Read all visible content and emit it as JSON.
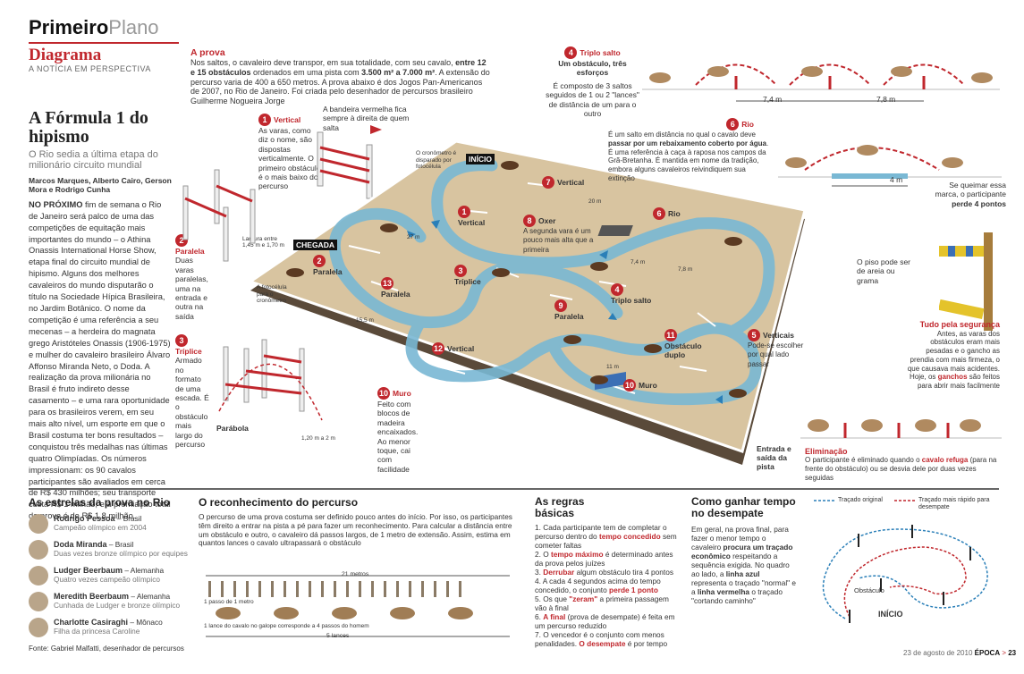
{
  "header": {
    "brand_bold": "Primeiro",
    "brand_light": "Plano",
    "section": "Diagrama",
    "tagline": "A NOTÍCIA EM PERSPECTIVA"
  },
  "a_prova": {
    "title": "A prova",
    "text1": "Nos saltos, o cavaleiro deve transpor, em sua totalidade, com seu cavalo, ",
    "b1": "entre 12 e 15 obstáculos",
    "text2": " ordenados em uma pista com ",
    "b2": "3.500 m² a 7.000 m²",
    "text3": ". A extensão do percurso varia de 400 a 650 metros. A prova abaixo é dos Jogos Pan-Americanos de 2007, no Rio de Janeiro. Foi criada pelo desenhador de percursos brasileiro Guilherme Nogueira Jorge"
  },
  "article": {
    "title": "A Fórmula 1 do hipismo",
    "subtitle": "O Rio sedia a última etapa do milionário circuito mundial",
    "authors": "Marcos Marques, Alberto Cairo, Gerson Mora e Rodrigo Cunha",
    "lead": "NO PRÓXIMO",
    "body": " fim de semana o Rio de Janeiro será palco de uma das competições de equitação mais importantes do mundo – o Athina Onassis International Horse Show, etapa final do circuito mundial de hipismo. Alguns dos melhores cavaleiros do mundo disputarão o título na Sociedade Hípica Brasileira, no Jardim Botânico. O nome da competição é uma referência a seu mecenas – a herdeira do magnata grego Aristóteles Onassis (1906-1975) e mulher do cavaleiro brasileiro Álvaro Affonso Miranda Neto, o Doda. A realização da prova milionária no Brasil é fruto indireto desse casamento – e uma rara oportunidade para os brasileiros verem, em seu mais alto nível, um esporte em que o Brasil costuma ter bons resultados – conquistou três medalhas nas últimas quatro Olimpíadas. Os números impressionam: os 90 cavalos participantes são avaliados em cerca de R$ 430 milhões; seu transporte custa R$ 1 milhão; e a premiação total da prova é de R$ 1,8 milhão."
  },
  "obstacles": {
    "vertical": {
      "n": "1",
      "title": "Vertical",
      "text": "As varas, como diz o nome, são dispostas verticalmente. O primeiro obstáculo é o mais baixo do percurso"
    },
    "bandeira": "A bandeira vermelha fica sempre à direita de quem salta",
    "paralela": {
      "n": "2",
      "title": "Paralela",
      "text": "Duas varas paralelas, uma na entrada e outra na saída",
      "dim": "Largura entre 1,45 m e 1,70 m"
    },
    "triplice": {
      "n": "3",
      "title": "Tríplice",
      "text": "Armado no formato de uma escada. É o obstáculo mais largo do percurso"
    },
    "parabola": "Parábola",
    "parabola_dim": "1,20 m a 2 m",
    "muro": {
      "n": "10",
      "title": "Muro",
      "text": "Feito com blocos de madeira encaixados. Ao menor toque, cai com facilidade"
    },
    "triplo": {
      "n": "4",
      "title": "Triplo salto",
      "sub": "Um obstáculo, três esforços",
      "text": "É composto de 3 saltos seguidos de 1 ou 2 \"lances\" de distância de um para o outro",
      "d1": "7,4 m",
      "d2": "7,8 m"
    },
    "rio": {
      "n": "6",
      "title": "Rio",
      "text_a": "É um salto em distância no qual o cavalo deve ",
      "text_b": "passar por um rebaixamento coberto por água",
      "text_c": ". É uma referência à caça à raposa nos campos da Grã-Bretanha. É mantida em nome da tradição, embora alguns cavaleiros reivindiquem sua extinção",
      "dist": "4 m",
      "note_a": "Se queimar essa marca, o participante ",
      "note_b": "perde 4 pontos"
    },
    "seguranca": {
      "title": "Tudo pela segurança",
      "text_a": "Antes, as varas dos obstáculos eram mais pesadas e o gancho as prendia com mais firmeza, o que causava mais acidentes. Hoje, os ",
      "text_b": "ganchos",
      "text_c": " são feitos para abrir mais facilmente"
    },
    "eliminacao": {
      "title": "Eliminação",
      "text_a": "O participante é eliminado quando o ",
      "text_b": "cavalo refuga",
      "text_c": " (para na frente do obstáculo) ou se desvia dele por duas vezes seguidas"
    }
  },
  "arena": {
    "inicio": "INÍCIO",
    "chegada": "CHEGADA",
    "crono1": "O cronômetro é disparado por fotocélula",
    "crono2": "A fotocélula para o cronômetro",
    "piso": "O piso pode ser de areia ou grama",
    "entrada": "Entrada e saída da pista",
    "labels": [
      {
        "n": "7",
        "t": "Vertical"
      },
      {
        "n": "1",
        "t": "Vertical"
      },
      {
        "n": "8",
        "t": "Oxer"
      },
      {
        "n": "6",
        "t": "Rio"
      },
      {
        "n": "2",
        "t": "Paralela"
      },
      {
        "n": "13",
        "t": "Paralela"
      },
      {
        "n": "3",
        "t": "Tríplice"
      },
      {
        "n": "4",
        "t": "Triplo salto"
      },
      {
        "n": "9",
        "t": "Paralela"
      },
      {
        "n": "12",
        "t": "Vertical"
      },
      {
        "n": "11",
        "t": "Obstáculo duplo"
      },
      {
        "n": "5",
        "t": "Verticais"
      },
      {
        "n": "10",
        "t": "Muro"
      }
    ],
    "oxer_text": "A segunda vara é um pouco mais alta que a primeira",
    "verticais_text": "Pode-se escolher por qual lado passar",
    "dims": [
      "27 m",
      "20 m",
      "7,4 m",
      "7,8 m",
      "15,5 m",
      "11 m"
    ]
  },
  "estrelas": {
    "title": "As estrelas da prova no Rio",
    "riders": [
      {
        "name": "Rodrigo Pessoa",
        "country": "Brasil",
        "desc": "Campeão olímpico em 2004"
      },
      {
        "name": "Doda Miranda",
        "country": "Brasil",
        "desc": "Duas vezes bronze olímpico por equipes"
      },
      {
        "name": "Ludger Beerbaum",
        "country": "Alemanha",
        "desc": "Quatro vezes campeão olímpico"
      },
      {
        "name": "Meredith Beerbaum",
        "country": "Alemanha",
        "desc": "Cunhada de Ludger e bronze olímpico"
      },
      {
        "name": "Charlotte Casiraghi",
        "country": "Mônaco",
        "desc": "Filha da princesa Caroline"
      }
    ],
    "fonte": "Fonte: Gabriel Malfatti, desenhador de percursos"
  },
  "reconhecimento": {
    "title": "O reconhecimento do percurso",
    "text": "O percurso de uma prova costuma ser definido pouco antes do início. Por isso, os participantes têm direito a entrar na pista a pé para fazer um reconhecimento. Para calcular a distância entre um obstáculo e outro, o cavaleiro dá passos largos, de 1 metro de extensão. Assim, estima em quantos lances o cavalo ultrapassará o obstáculo",
    "metros": "21 metros",
    "passo": "1 passo de 1 metro",
    "lance": "1 lance do cavalo no galope corresponde a 4 passos do homem",
    "lances": "5 lances"
  },
  "regras": {
    "title": "As regras básicas",
    "items": [
      {
        "pre": "1. Cada participante tem de completar o percurso dentro do ",
        "b": "tempo concedido",
        "post": " sem cometer faltas"
      },
      {
        "pre": "2. O ",
        "b": "tempo máximo",
        "post": " é determinado antes da prova pelos juízes"
      },
      {
        "pre": "3. ",
        "b": "Derrubar",
        "post": " algum obstáculo tira 4 pontos"
      },
      {
        "pre": "4. A cada 4 segundos acima do tempo concedido, o conjunto ",
        "b": "perde 1 ponto",
        "post": ""
      },
      {
        "pre": "5. Os que ",
        "b": "\"zeram\"",
        "post": " a primeira passagem vão à final"
      },
      {
        "pre": "6. ",
        "b": "A final",
        "post": " (prova de desempate) é feita em um percurso reduzido"
      },
      {
        "pre": "7. O vencedor é o conjunto com menos penalidades. ",
        "b": "O desempate",
        "post": " é por tempo"
      }
    ]
  },
  "desempate": {
    "title": "Como ganhar tempo no desempate",
    "text_a": "Em geral, na prova final, para fazer o menor tempo o cavaleiro ",
    "text_b": "procura um traçado econômico",
    "text_c": " respeitando a sequência exigida. No quadro ao lado, a ",
    "text_d": "linha azul",
    "text_e": " representa o traçado \"normal\" e a ",
    "text_f": "linha vermelha",
    "text_g": " o traçado \"cortando caminho\"",
    "legend_blue": "Traçado original",
    "legend_red": "Traçado mais rápido para desempate",
    "obstaculo": "Obstáculo",
    "inicio": "INÍCIO"
  },
  "footer": {
    "date": "23 de agosto de 2010",
    "mag": "ÉPOCA",
    "page": "23"
  },
  "colors": {
    "accent": "#c0272d",
    "track": "#79b8d4",
    "sand": "#d8c4a0"
  }
}
